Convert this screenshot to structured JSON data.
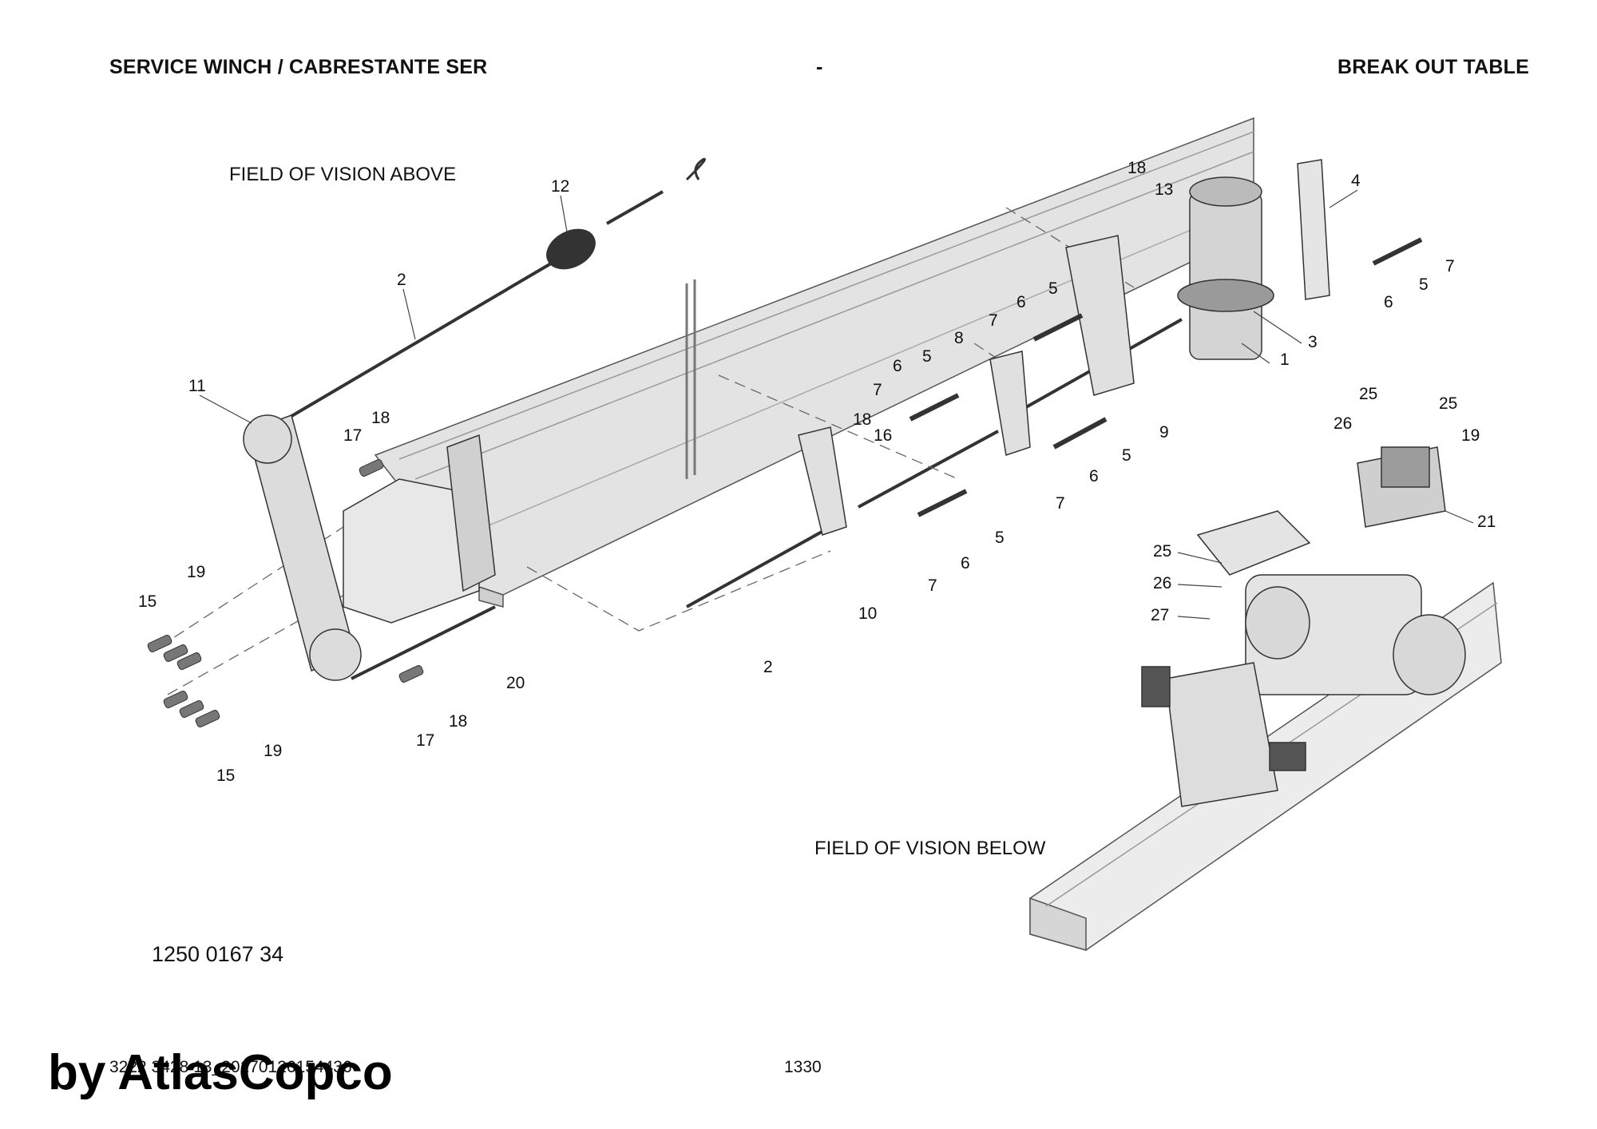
{
  "header": {
    "left": "SERVICE WINCH / CABRESTANTE SER",
    "middle": "-",
    "right": "BREAK OUT TABLE"
  },
  "views": {
    "above": "FIELD OF VISION ABOVE",
    "below": "FIELD OF VISION BELOW"
  },
  "drawing_number": "1250 0167 34",
  "footer": {
    "reference": "3222 3428 13_20170126154436",
    "page": "1330",
    "watermark": "by AtlasCopco"
  },
  "callouts": [
    "12",
    "2",
    "11",
    "17",
    "18",
    "19",
    "15",
    "19",
    "15",
    "17",
    "18",
    "20",
    "2",
    "10",
    "8",
    "5",
    "6",
    "7",
    "7",
    "6",
    "5",
    "18",
    "16",
    "7",
    "6",
    "5",
    "7",
    "6",
    "5",
    "9",
    "18",
    "13",
    "1",
    "3",
    "4",
    "7",
    "5",
    "6",
    "25",
    "26",
    "25",
    "19",
    "21",
    "25",
    "26",
    "27"
  ]
}
